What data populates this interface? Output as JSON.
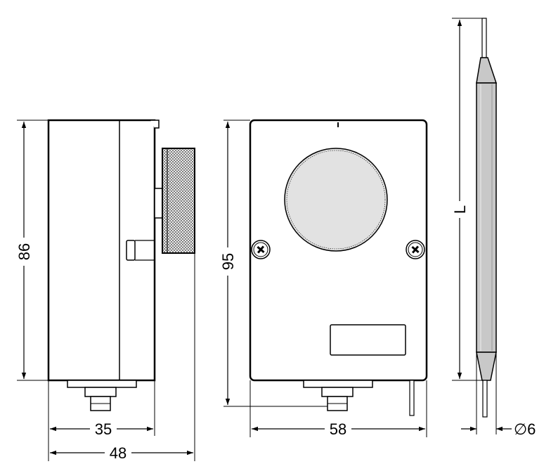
{
  "dimensions": {
    "side_width": "35",
    "side_total_width": "48",
    "side_height": "86",
    "front_height": "95",
    "front_width": "58",
    "sensor_length": "L",
    "sensor_diameter": "∅6"
  },
  "colors": {
    "line": "#000000",
    "body_fill": "#ffffff",
    "dial_fill": "#e2e2e2",
    "sensor_fill": "#c8c8c8"
  }
}
